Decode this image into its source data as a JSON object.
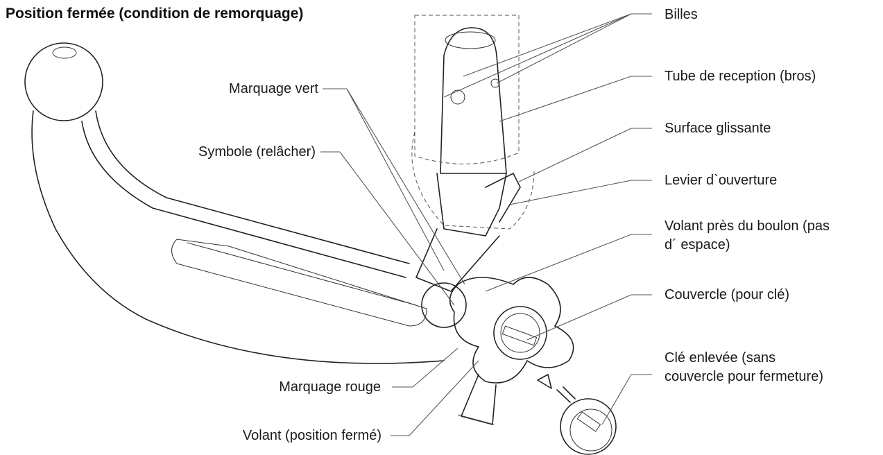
{
  "title": "Position fermée (condition de remorquage)",
  "labels": {
    "billes": "Billes",
    "tube": "Tube de reception (bros)",
    "surface": "Surface glissante",
    "levier": "Levier d`ouverture",
    "volant_pres_1": "Volant près du boulon (pas",
    "volant_pres_2": "d´ espace)",
    "couvercle": "Couvercle (pour clé)",
    "cle_1": "Clé enlevée (sans",
    "cle_2": "couvercle pour fermeture)",
    "marquage_vert": "Marquage vert",
    "symbole": "Symbole (relâcher)",
    "marquage_rouge": "Marquage rouge",
    "volant_ferme": "Volant (position fermé)"
  }
}
